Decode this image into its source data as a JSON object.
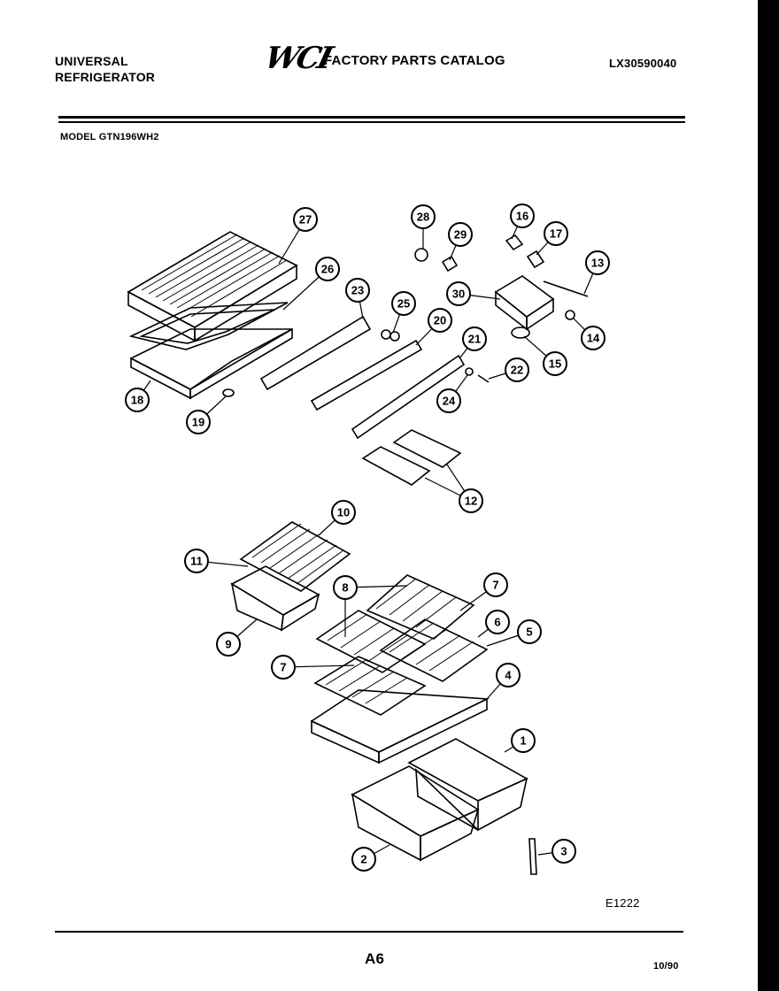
{
  "header": {
    "brand_line1": "UNIVERSAL",
    "brand_line2": "REFRIGERATOR",
    "logo_text": "WCI",
    "catalog_title": "FACTORY PARTS CATALOG",
    "catalog_code": "LX30590040",
    "model": "MODEL GTN196WH2"
  },
  "diagram": {
    "callouts": [
      "1",
      "2",
      "3",
      "4",
      "5",
      "6",
      "7",
      "7",
      "8",
      "9",
      "10",
      "11",
      "12",
      "13",
      "14",
      "15",
      "16",
      "17",
      "18",
      "19",
      "20",
      "21",
      "22",
      "23",
      "24",
      "25",
      "26",
      "27",
      "28",
      "29",
      "30"
    ],
    "figure_id": "E1222"
  },
  "footer": {
    "page": "A6",
    "date": "10/90"
  },
  "colors": {
    "ink": "#000000",
    "paper": "#ffffff"
  }
}
